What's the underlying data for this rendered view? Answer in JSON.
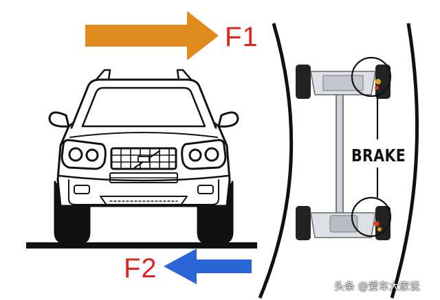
{
  "labels": {
    "f1": "F1",
    "f2": "F2",
    "brake": "BRAKE",
    "watermark": "头条 @爱车大家说"
  },
  "colors": {
    "f1_arrow": "#E08A1E",
    "f2_arrow": "#2A66D6",
    "label_red": "#E0241B",
    "ink": "#111111",
    "watermark": "#ffffff"
  },
  "icons": {
    "car": "suv-front-view-illustration",
    "chassis": "car-chassis-top-view",
    "arrow_right": "right-arrow",
    "arrow_left": "left-arrow"
  }
}
